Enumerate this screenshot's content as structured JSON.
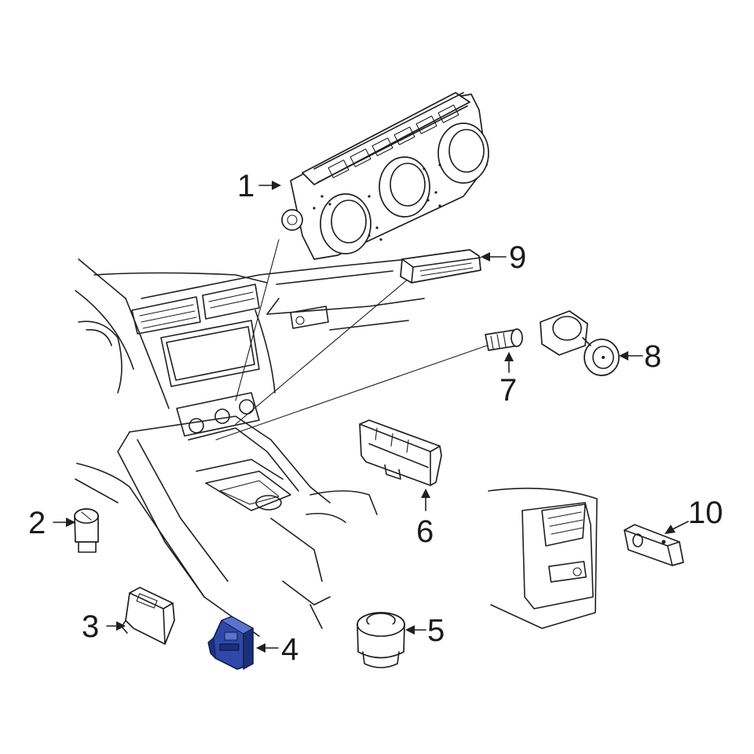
{
  "diagram": {
    "callouts": [
      {
        "id": "1",
        "label": "1"
      },
      {
        "id": "2",
        "label": "2"
      },
      {
        "id": "3",
        "label": "3"
      },
      {
        "id": "4",
        "label": "4"
      },
      {
        "id": "5",
        "label": "5"
      },
      {
        "id": "6",
        "label": "6"
      },
      {
        "id": "7",
        "label": "7"
      },
      {
        "id": "8",
        "label": "8"
      },
      {
        "id": "9",
        "label": "9"
      },
      {
        "id": "10",
        "label": "10"
      }
    ],
    "highlighted_part": "4",
    "colors": {
      "line": "#1f1f1f",
      "highlight": "#2f49a8",
      "background": "#ffffff"
    }
  }
}
